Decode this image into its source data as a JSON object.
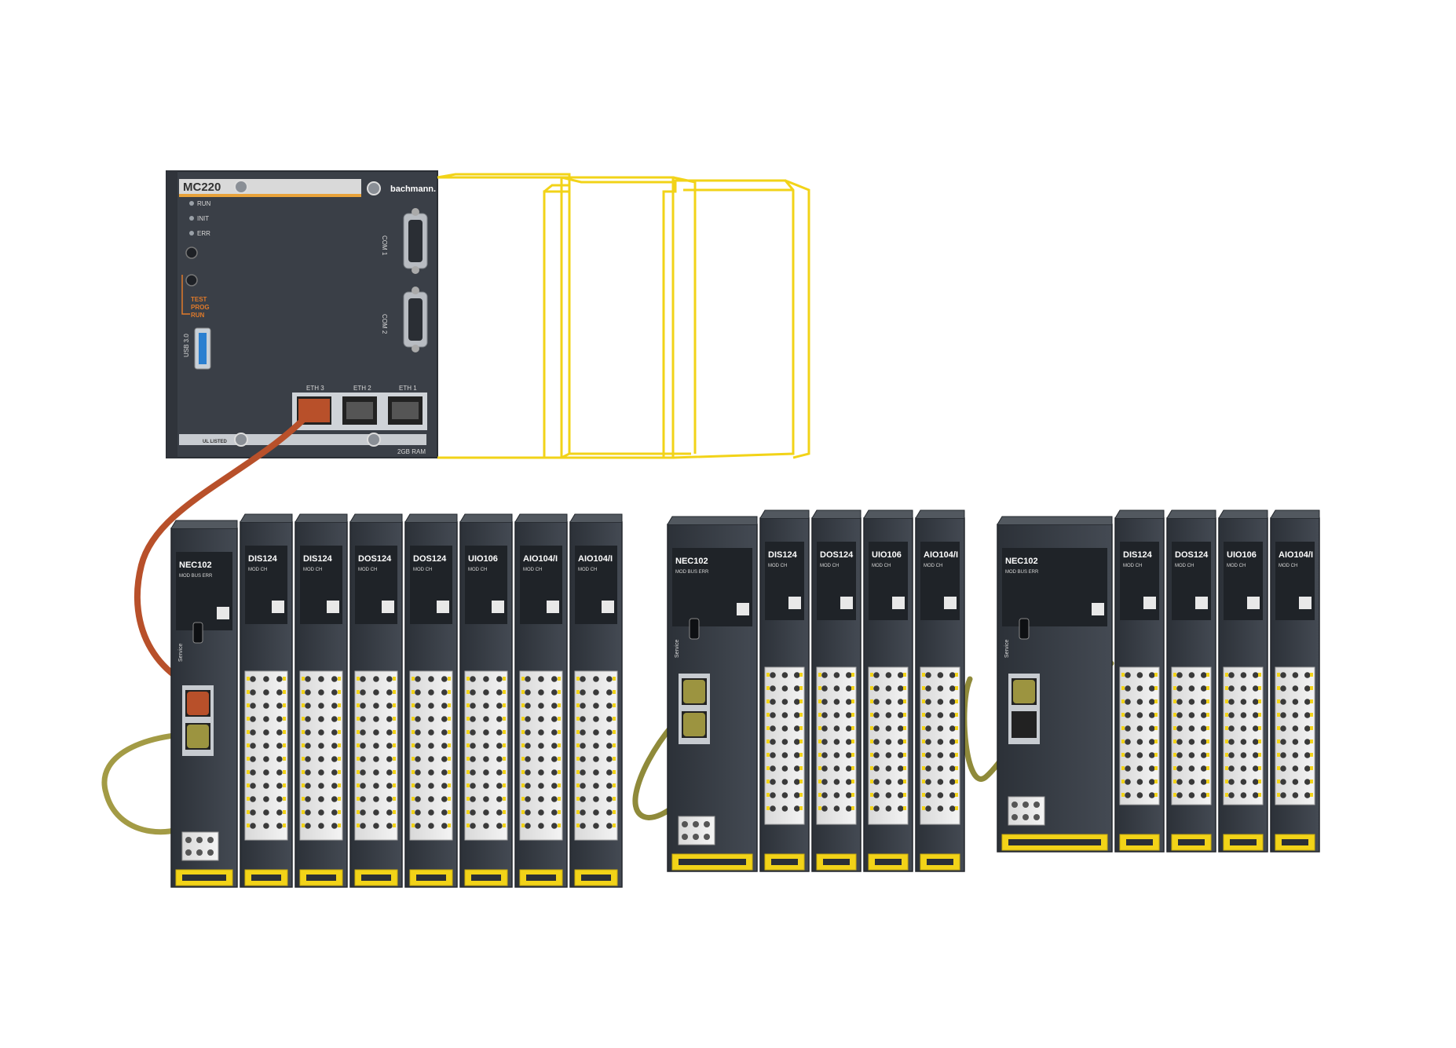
{
  "controller": {
    "model": "MC220",
    "brand": "bachmann.",
    "leds": [
      "RUN",
      "INIT",
      "ERR"
    ],
    "modes": [
      "TEST",
      "PROG",
      "RUN"
    ],
    "usb": "USB 3.0",
    "com": [
      "COM 1",
      "COM 2"
    ],
    "eth": [
      "ETH 3",
      "ETH 2",
      "ETH 1"
    ],
    "ram": "2GB RAM",
    "cert": "UL LISTED"
  },
  "station1": {
    "modules": [
      "NEC102",
      "DIS124",
      "DIS124",
      "DOS124",
      "DOS124",
      "UIO106",
      "AIO104/I",
      "AIO104/I"
    ]
  },
  "station2": {
    "modules": [
      "NEC102",
      "DIS124",
      "DOS124",
      "UIO106",
      "AIO104/I"
    ]
  },
  "station3": {
    "modules": [
      "NEC102",
      "DIS124",
      "DOS124",
      "UIO106",
      "AIO104/I"
    ]
  },
  "module_text": {
    "nec_status": "MOD  BUS  ERR",
    "io_status": "MOD  CH",
    "service": "Service"
  },
  "colors": {
    "housing": "#3b4048",
    "accent_yellow": "#f2d318",
    "cable_red": "#b8502a",
    "cable_olive": "#8f8a3a"
  }
}
